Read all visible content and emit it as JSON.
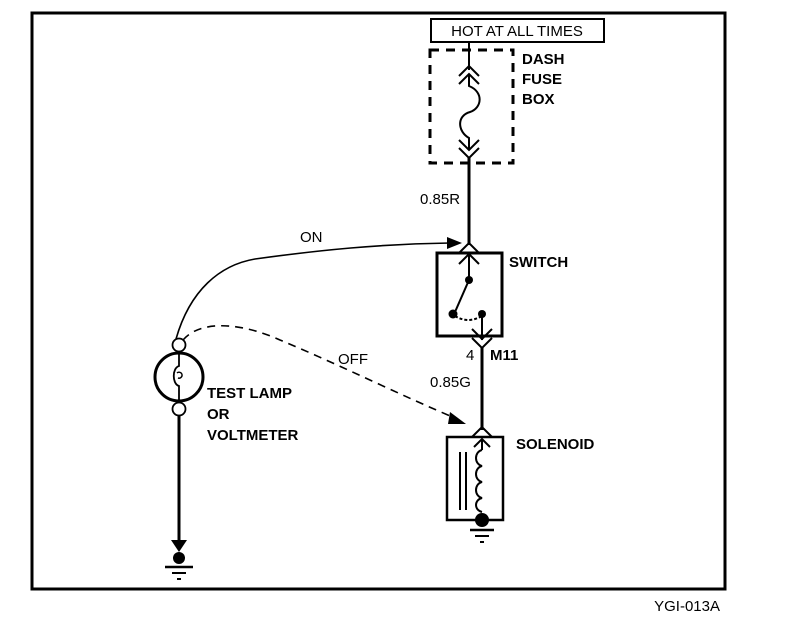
{
  "diagram": {
    "figure_id": "YGI-013A",
    "power_label": "HOT AT ALL TIMES",
    "fuse_box": {
      "lines": [
        "DASH",
        "FUSE",
        "BOX"
      ]
    },
    "wire_top": "0.85R",
    "switch": {
      "label": "SWITCH"
    },
    "connector": {
      "pin": "4",
      "id": "M11"
    },
    "wire_bottom": "0.85G",
    "solenoid": {
      "label": "SOLENOID"
    },
    "tester": {
      "lines": [
        "TEST LAMP",
        "OR",
        "VOLTMETER"
      ]
    },
    "probe_on_label": "ON",
    "probe_off_label": "OFF"
  }
}
